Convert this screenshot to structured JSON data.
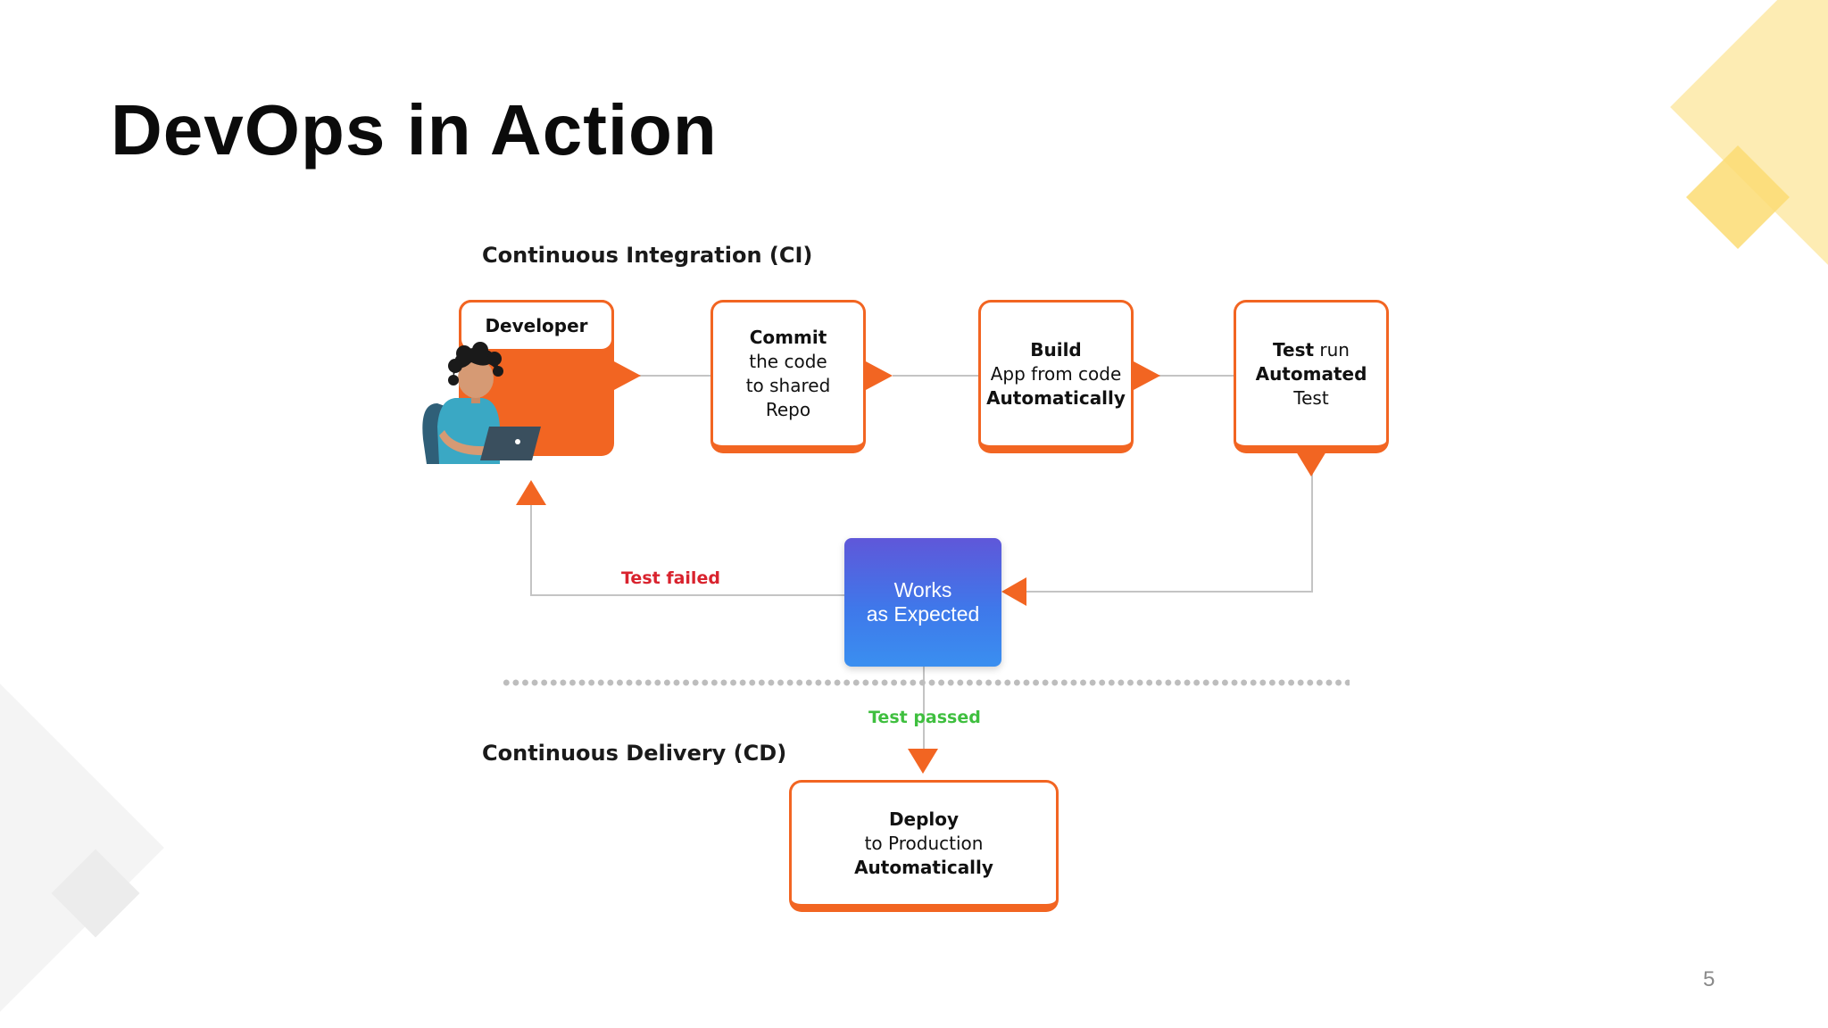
{
  "slide": {
    "title": "DevOps in Action",
    "page_number": "5"
  },
  "colors": {
    "accent": "#f26522",
    "connector": "#c4c4c4",
    "test_failed": "#d9232e",
    "test_passed": "#3fbf3f",
    "works_gradient_top": "#5f57d9",
    "works_gradient_bottom": "#3a8ff0",
    "deco_yellow": "#fde59a"
  },
  "diagram": {
    "ci_label": "Continuous Integration (CI)",
    "cd_label": "Continuous Delivery (CD)",
    "developer": {
      "label": "Developer",
      "icon": "developer-with-laptop-icon"
    },
    "commit": {
      "line1": "Commit",
      "line2": "the code",
      "line3": "to shared",
      "line4": "Repo"
    },
    "build": {
      "line1": "Build",
      "line2": "App from code",
      "line3": "Automatically"
    },
    "test": {
      "line1_bold": "Test",
      "line1_rest": " run",
      "line2": "Automated",
      "line3": "Test"
    },
    "works": {
      "line1": "Works",
      "line2": "as Expected"
    },
    "test_failed": "Test failed",
    "test_passed": "Test passed",
    "deploy": {
      "line1": "Deploy",
      "line2": "to Production",
      "line3": "Automatically"
    }
  }
}
